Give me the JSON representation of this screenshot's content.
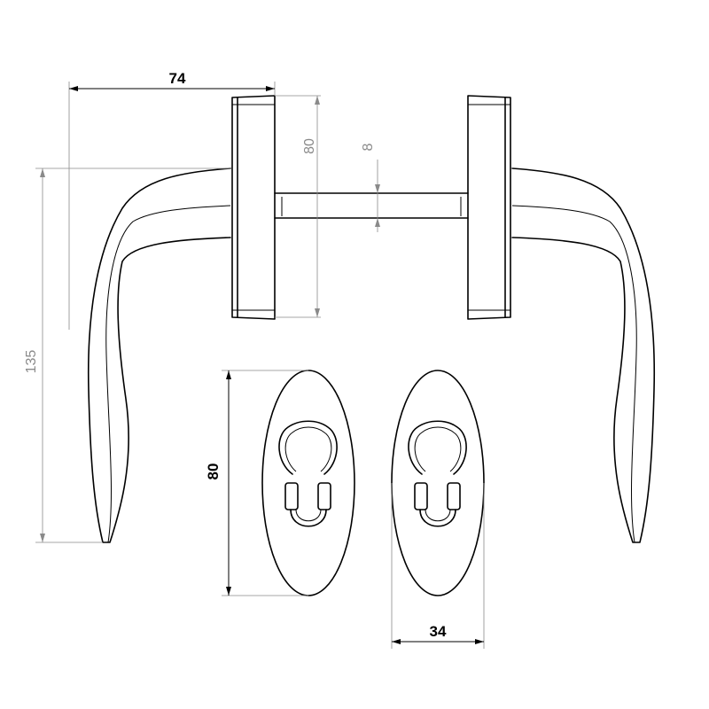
{
  "dimensions": {
    "width_top": "74",
    "height_left": "135",
    "rose_height": "80",
    "spindle": "8",
    "escutcheon_height": "80",
    "escutcheon_width": "34"
  }
}
